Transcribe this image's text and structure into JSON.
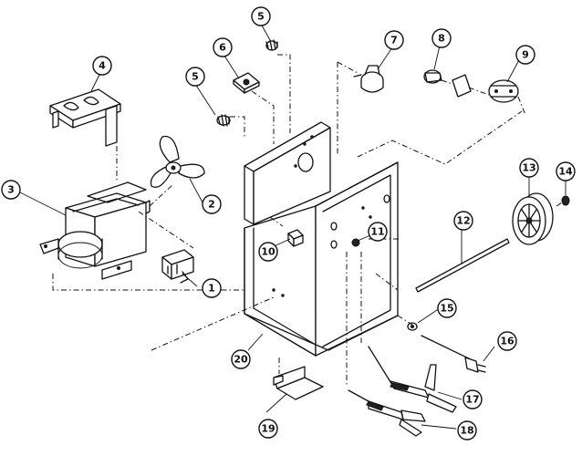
{
  "callouts": [
    {
      "number": "1"
    },
    {
      "number": "2"
    },
    {
      "number": "3"
    },
    {
      "number": "4"
    },
    {
      "number": "5"
    },
    {
      "number": "5"
    },
    {
      "number": "6"
    },
    {
      "number": "7"
    },
    {
      "number": "8"
    },
    {
      "number": "9"
    },
    {
      "number": "10"
    },
    {
      "number": "11"
    },
    {
      "number": "12"
    },
    {
      "number": "13"
    },
    {
      "number": "14"
    },
    {
      "number": "15"
    },
    {
      "number": "16"
    },
    {
      "number": "17"
    },
    {
      "number": "18"
    },
    {
      "number": "19"
    },
    {
      "number": "20"
    }
  ]
}
